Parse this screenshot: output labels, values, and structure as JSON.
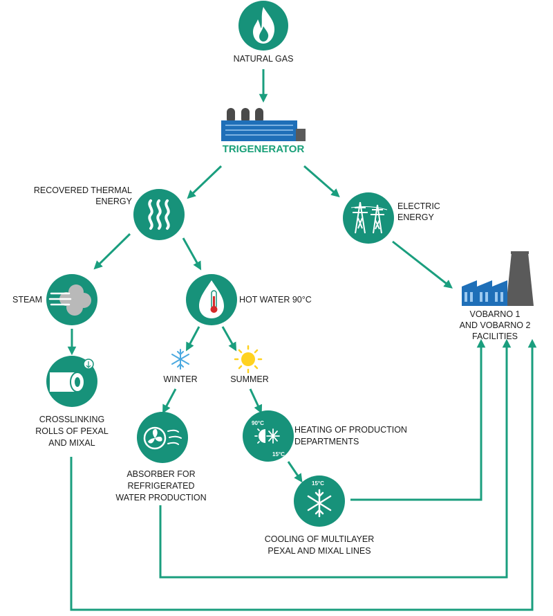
{
  "colors": {
    "accent": "#17927a",
    "arrow": "#1a9e7e",
    "factory_blue": "#1f6fb8",
    "chimney_gray": "#5a5a5a",
    "sun_yellow": "#ffd21f",
    "snow_blue": "#4aa9e0",
    "thermo_red": "#d42a2a"
  },
  "nodes": {
    "natural_gas": {
      "label": "NATURAL GAS",
      "icon": "flame-icon"
    },
    "trigenerator": {
      "label": "TRIGENERATOR",
      "icon": "power-plant-icon"
    },
    "thermal": {
      "label_1": "RECOVERED THERMAL",
      "label_2": "ENERGY",
      "icon": "heat-waves-icon"
    },
    "electric": {
      "label_1": "ELECTRIC",
      "label_2": "ENERGY",
      "icon": "power-pylon-icon"
    },
    "steam": {
      "label": "STEAM",
      "icon": "steam-icon"
    },
    "hot_water": {
      "label": "HOT WATER 90°C",
      "icon": "thermometer-drop-icon"
    },
    "winter": {
      "label": "WINTER",
      "icon": "snowflake-icon"
    },
    "summer": {
      "label": "SUMMER",
      "icon": "sun-icon"
    },
    "crosslinking": {
      "label_1": "CROSSLINKING",
      "label_2": "ROLLS OF PEXAL",
      "label_3": "AND MIXAL",
      "icon": "pipe-roll-icon"
    },
    "absorber": {
      "label_1": "ABSORBER FOR",
      "label_2": "REFRIGERATED",
      "label_3": "WATER PRODUCTION",
      "icon": "fan-icon"
    },
    "heating": {
      "label_1": "HEATING OF PRODUCTION",
      "label_2": "DEPARTMENTS",
      "icon": "heat-cool-icon",
      "temp_hot": "90°C",
      "temp_cold": "15°C"
    },
    "cooling": {
      "label_1": "COOLING OF MULTILAYER",
      "label_2": "PEXAL AND MIXAL LINES",
      "icon": "cooling-snowflake-icon",
      "temp": "15°C"
    },
    "facilities": {
      "label_1": "VOBARNO 1",
      "label_2": "AND VOBARNO 2",
      "label_3": "FACILITIES",
      "icon": "factory-icon"
    }
  }
}
